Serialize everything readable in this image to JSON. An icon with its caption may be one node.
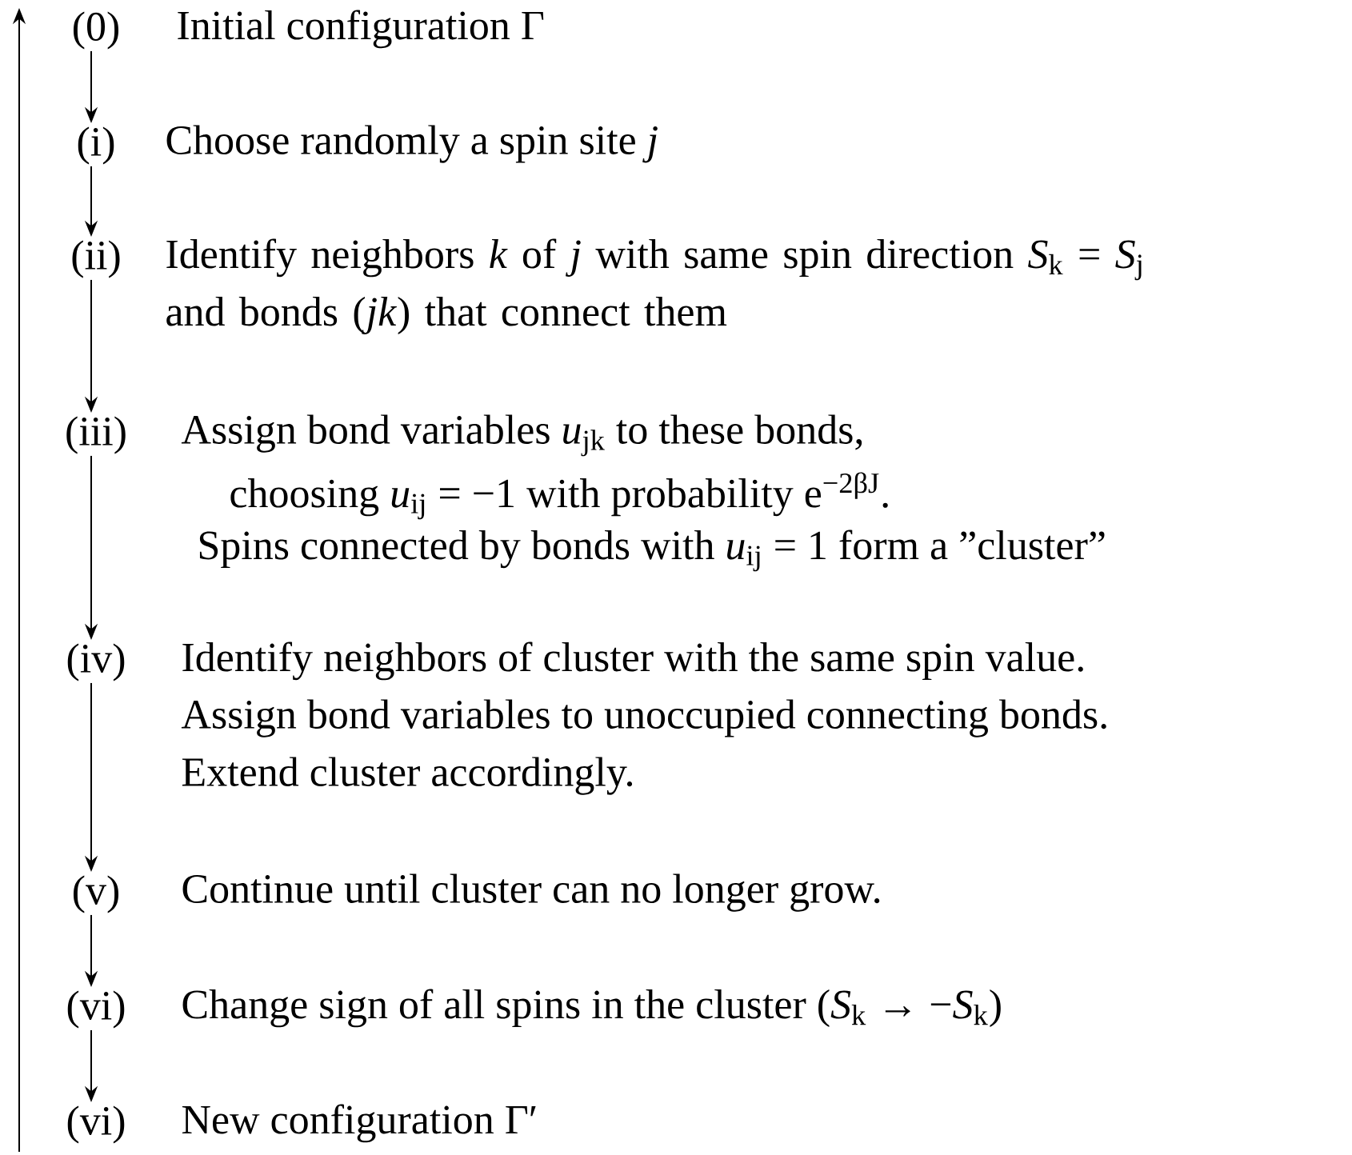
{
  "diagram": {
    "nodes": [
      {
        "text": [
          "(0)",
          "Initial configuration Γ"
        ]
      },
      {
        "text": [
          "(i)",
          "Choose randomly a spin site *j*"
        ]
      },
      {
        "text": [
          "(ii)",
          "Identify neighbors *k* of *j* with same spin direction *S*$_{k}$ = *S*$_{j}$ and bonds (*jk*) that connect them"
        ]
      },
      {
        "text": [
          "(iii)",
          "Assign bond variables *u*$_{jk}$ to these bonds,",
          "choosing *u*$_{ij}$ = −1 with probability e$^{−2βJ}$.",
          "Spins connected by bonds with *u*$_{ij}$ = 1 form a ”cluster”"
        ]
      },
      {
        "text": [
          "(iv)",
          "Identify neighbors of cluster with the same spin value.",
          "Assign bond variables to unoccupied connecting bonds.",
          "Extend cluster accordingly."
        ]
      },
      {
        "text": [
          "(v)",
          "Continue until cluster can no longer grow."
        ]
      },
      {
        "text": [
          "(vi)",
          "Change sign of all spins in the cluster (*S*$_{k}$ → −*S*$_{k}$)"
        ]
      },
      {
        "text": [
          "(vi)",
          "New configuration Γ′"
        ]
      }
    ],
    "edges": [
      {
        "from": 0,
        "to": 1,
        "arrow": "to"
      },
      {
        "from": 1,
        "to": 2,
        "arrow": "to"
      },
      {
        "from": 2,
        "to": 3,
        "arrow": "to"
      },
      {
        "from": 3,
        "to": 4,
        "arrow": "to"
      },
      {
        "from": 4,
        "to": 5,
        "arrow": "to"
      },
      {
        "from": 5,
        "to": 6,
        "arrow": "to"
      },
      {
        "from": 6,
        "to": 7,
        "arrow": "to"
      },
      {
        "from": 7,
        "to": 0,
        "arrow": "to"
      }
    ]
  }
}
